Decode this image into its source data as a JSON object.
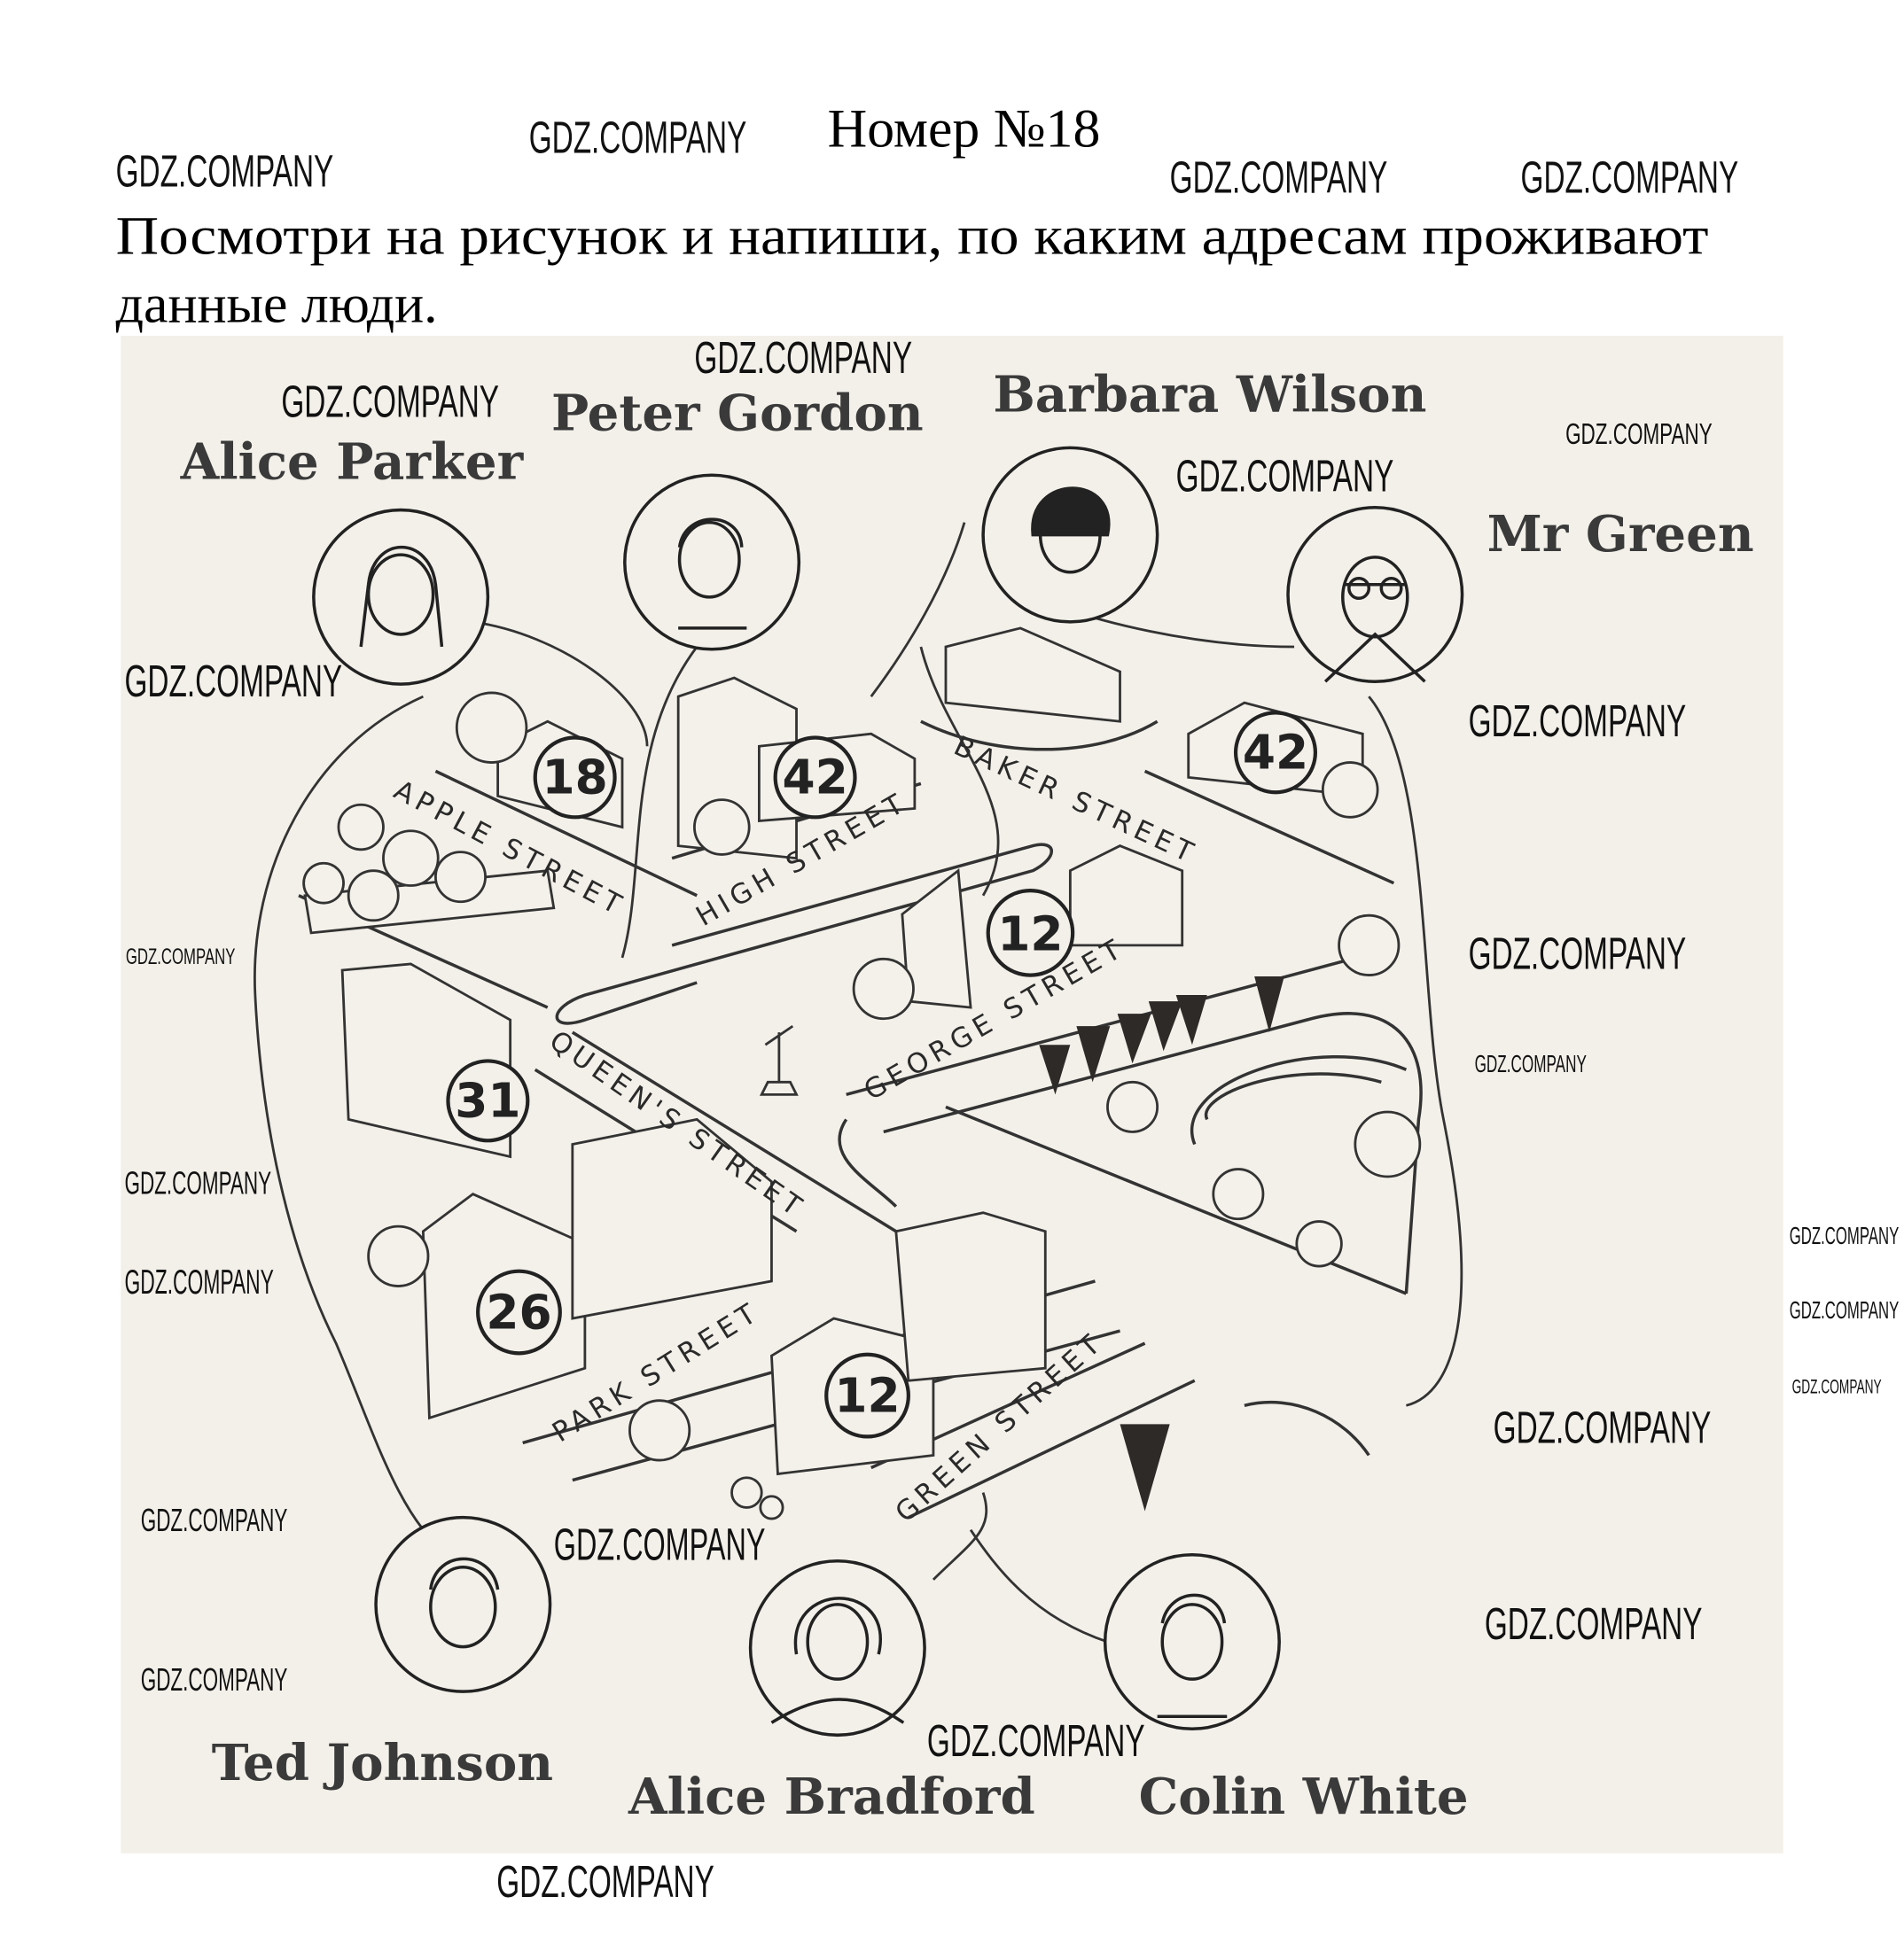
{
  "header": {
    "title": "Номер №18",
    "instruction_line1": "Посмотри на рисунок и напиши, по каким адресам проживают",
    "instruction_line2": "данные люди."
  },
  "watermark": "GDZ.COMPANY",
  "people": [
    {
      "name": "Alice Parker"
    },
    {
      "name": "Peter Gordon"
    },
    {
      "name": "Barbara Wilson"
    },
    {
      "name": "Mr Green"
    },
    {
      "name": "Ted Johnson"
    },
    {
      "name": "Alice Bradford"
    },
    {
      "name": "Colin White"
    }
  ],
  "streets": {
    "apple": "APPLE STREET",
    "high": "HIGH STREET",
    "baker": "BAKER STREET",
    "george": "GEORGE STREET",
    "queens": "QUEEN'S STREET",
    "park": "PARK STREET",
    "green": "GREEN STREET"
  },
  "house_numbers": {
    "apple_18": "18",
    "high_42": "42",
    "baker_42": "42",
    "george_12": "12",
    "queens_31": "31",
    "park_26": "26",
    "green_12": "12"
  }
}
